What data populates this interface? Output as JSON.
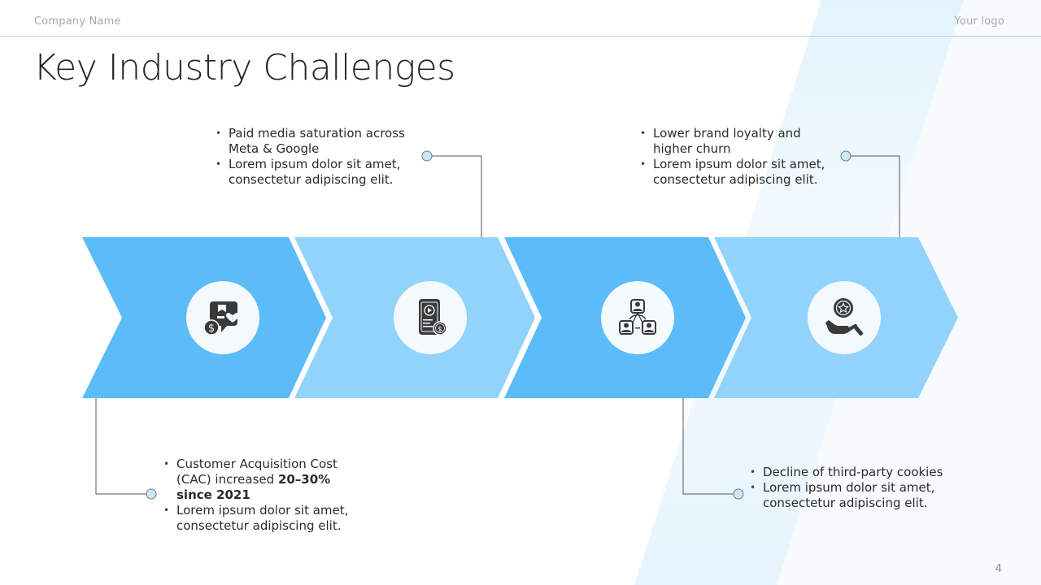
{
  "header": {
    "company_name": "Company Name",
    "logo_text": "Your logo"
  },
  "title": "Key Industry Challenges",
  "colors": {
    "chevron_dark": "#5bbcf8",
    "chevron_light": "#92d3fb",
    "icon_circle_bg": "#f3f9fd",
    "icon_glyph": "#3a3a3a",
    "connector_line": "#555555",
    "connector_dot_fill": "#cfe6f7",
    "header_rule": "#b9d4dc"
  },
  "steps": [
    {
      "icon": "customer-acquisition-cost-icon",
      "callout_position": "bottom",
      "bullets": [
        {
          "text": "Customer Acquisition Cost (CAC) increased ",
          "bold": "20–30% since 2021"
        },
        {
          "text": "Lorem ipsum dolor sit amet, consectetur adipiscing elit.",
          "bold": ""
        }
      ]
    },
    {
      "icon": "mobile-video-ad-cost-icon",
      "callout_position": "top",
      "bullets": [
        {
          "text": "Paid media saturation across Meta & Google",
          "bold": ""
        },
        {
          "text": "Lorem ipsum dolor sit amet, consectetur adipiscing elit.",
          "bold": ""
        }
      ]
    },
    {
      "icon": "people-network-icon",
      "callout_position": "bottom",
      "bullets": [
        {
          "text": "Decline of third-party cookies",
          "bold": ""
        },
        {
          "text": "Lorem ipsum dolor sit amet, consectetur adipiscing elit.",
          "bold": ""
        }
      ]
    },
    {
      "icon": "hand-holding-badge-icon",
      "callout_position": "top",
      "bullets": [
        {
          "text": "Lower brand loyalty and higher churn",
          "bold": ""
        },
        {
          "text": "Lorem ipsum dolor sit amet, consectetur adipiscing elit.",
          "bold": ""
        }
      ]
    }
  ],
  "page_number": "4"
}
